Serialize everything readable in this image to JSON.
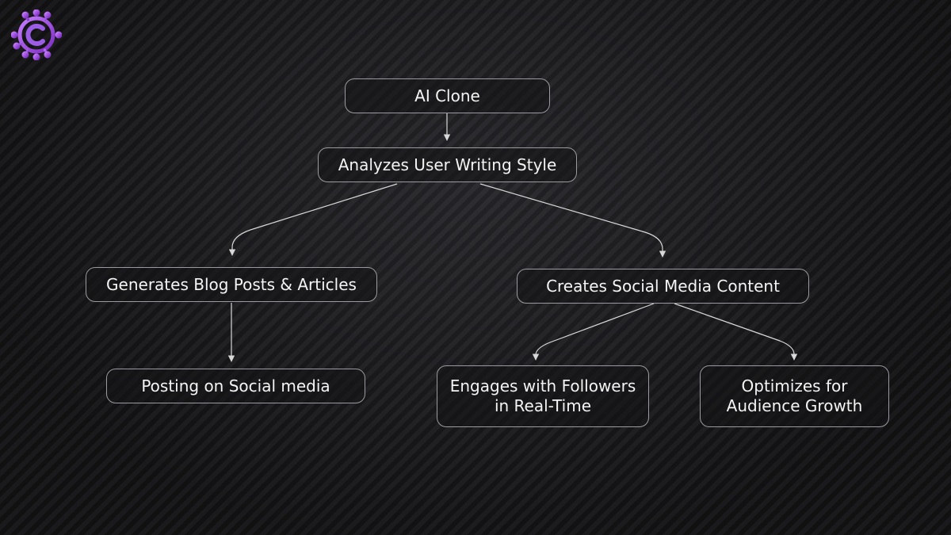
{
  "brand": {
    "logo_icon": "c-circuit-logo-icon",
    "accent_color": "#9b5de5"
  },
  "diagram": {
    "nodes": {
      "clone": "AI Clone",
      "analyze": "Analyzes User Writing Style",
      "blog": "Generates Blog Posts & Articles",
      "social": "Creates Social Media Content",
      "posting": "Posting on Social media",
      "engage": [
        "Engages with Followers",
        "in Real-Time"
      ],
      "optimize": [
        "Optimizes for",
        "Audience Growth"
      ]
    },
    "edges": [
      {
        "from": "clone",
        "to": "analyze"
      },
      {
        "from": "analyze",
        "to": "blog"
      },
      {
        "from": "analyze",
        "to": "social"
      },
      {
        "from": "blog",
        "to": "posting"
      },
      {
        "from": "social",
        "to": "engage"
      },
      {
        "from": "social",
        "to": "optimize"
      }
    ],
    "colors": {
      "node_border": "#9a9aa0",
      "connector": "#d8d8d8",
      "text": "#f4f4f4"
    }
  }
}
